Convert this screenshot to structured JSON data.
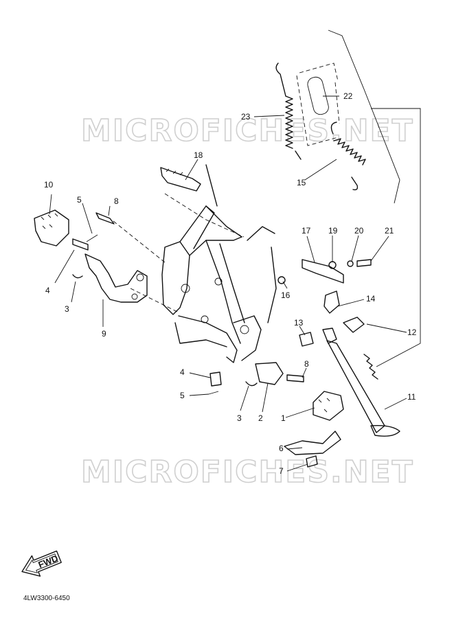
{
  "watermark": "MICROFICHES.NET",
  "diagram_code": "4LW3300-6450",
  "direction_label": "FWD",
  "callouts": [
    {
      "label": "1"
    },
    {
      "label": "2"
    },
    {
      "label": "3"
    },
    {
      "label": "3"
    },
    {
      "label": "4"
    },
    {
      "label": "4"
    },
    {
      "label": "5"
    },
    {
      "label": "5"
    },
    {
      "label": "6"
    },
    {
      "label": "7"
    },
    {
      "label": "8"
    },
    {
      "label": "8"
    },
    {
      "label": "9"
    },
    {
      "label": "10"
    },
    {
      "label": "11"
    },
    {
      "label": "12"
    },
    {
      "label": "13"
    },
    {
      "label": "14"
    },
    {
      "label": "15"
    },
    {
      "label": "16"
    },
    {
      "label": "17"
    },
    {
      "label": "18"
    },
    {
      "label": "19"
    },
    {
      "label": "20"
    },
    {
      "label": "21"
    },
    {
      "label": "22"
    },
    {
      "label": "23"
    }
  ]
}
